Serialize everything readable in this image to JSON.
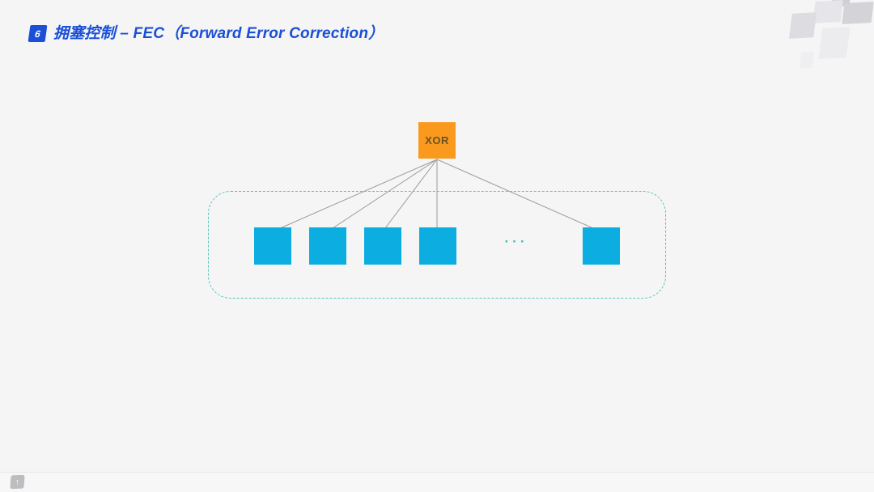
{
  "slide": {
    "badge_number": "6",
    "title": "拥塞控制 – FEC（Forward Error Correction）"
  },
  "diagram": {
    "xor_label": "XOR",
    "ellipsis": "···",
    "source_packets_before_ellipsis": 4,
    "source_packets_after_ellipsis": 1,
    "connector_count": 5
  },
  "footer": {
    "logo_glyph": "↑"
  },
  "colors": {
    "bg": "#f5f5f6",
    "accent_blue": "#1a4fd7",
    "orange": "#f9991d",
    "xor_text": "#6b5227",
    "cyan": "#0caee2",
    "teal_dash": "#58c6bb",
    "line_gray": "#9c9c9c",
    "footer_line": "#e7e7ea",
    "logo_gray": "#bdbdc1"
  }
}
